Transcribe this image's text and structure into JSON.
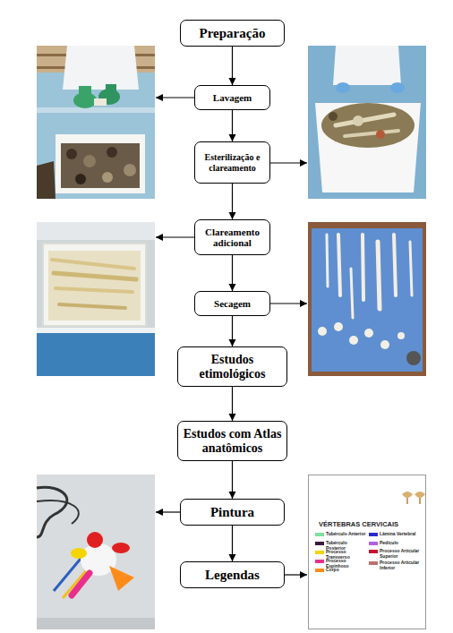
{
  "diagram": {
    "nodes": [
      {
        "text": [
          "Preparação"
        ]
      },
      {
        "text": [
          "Lavagem"
        ]
      },
      {
        "text": [
          "Esterilização e clareamento"
        ]
      },
      {
        "text": [
          "Clareamento adicional"
        ]
      },
      {
        "text": [
          "Secagem"
        ]
      },
      {
        "text": [
          "Estudos etimológicos"
        ]
      },
      {
        "text": [
          "Estudos com Atlas anatômicos"
        ]
      },
      {
        "text": [
          "Pintura"
        ]
      },
      {
        "text": [
          "Legendas"
        ]
      }
    ],
    "edges": [
      {
        "from": 0,
        "to": 1,
        "arrow": "to"
      },
      {
        "from": 1,
        "to": 2,
        "arrow": "to"
      },
      {
        "from": 2,
        "to": 3,
        "arrow": "to"
      },
      {
        "from": 3,
        "to": 4,
        "arrow": "to"
      },
      {
        "from": 4,
        "to": 5,
        "arrow": "to"
      },
      {
        "from": 5,
        "to": 6,
        "arrow": "to"
      },
      {
        "from": 6,
        "to": 7,
        "arrow": "to"
      },
      {
        "from": 7,
        "to": 8,
        "arrow": "to"
      }
    ],
    "labels": [
      "VÉRTEBRAS CERVICAIS"
    ],
    "legend": [
      {
        "text": "Tubérculo Anterior",
        "color": "#7fe0a0"
      },
      {
        "text": "Tubérculo Posterior",
        "color": "#3a1a3a"
      },
      {
        "text": "Processo Transverso",
        "color": "#f5d400"
      },
      {
        "text": "Processo Espinhoso",
        "color": "#e8308a"
      },
      {
        "text": "Corpo",
        "color": "#ff8c1a"
      },
      {
        "text": "Lâmina Vertebral",
        "color": "#2b2bd0"
      },
      {
        "text": "Pedículo",
        "color": "#b060e0"
      },
      {
        "text": "Processo Articular Superior",
        "color": "#c8102e"
      },
      {
        "text": "Processo Articular Inferior",
        "color": "#c07070"
      }
    ]
  }
}
